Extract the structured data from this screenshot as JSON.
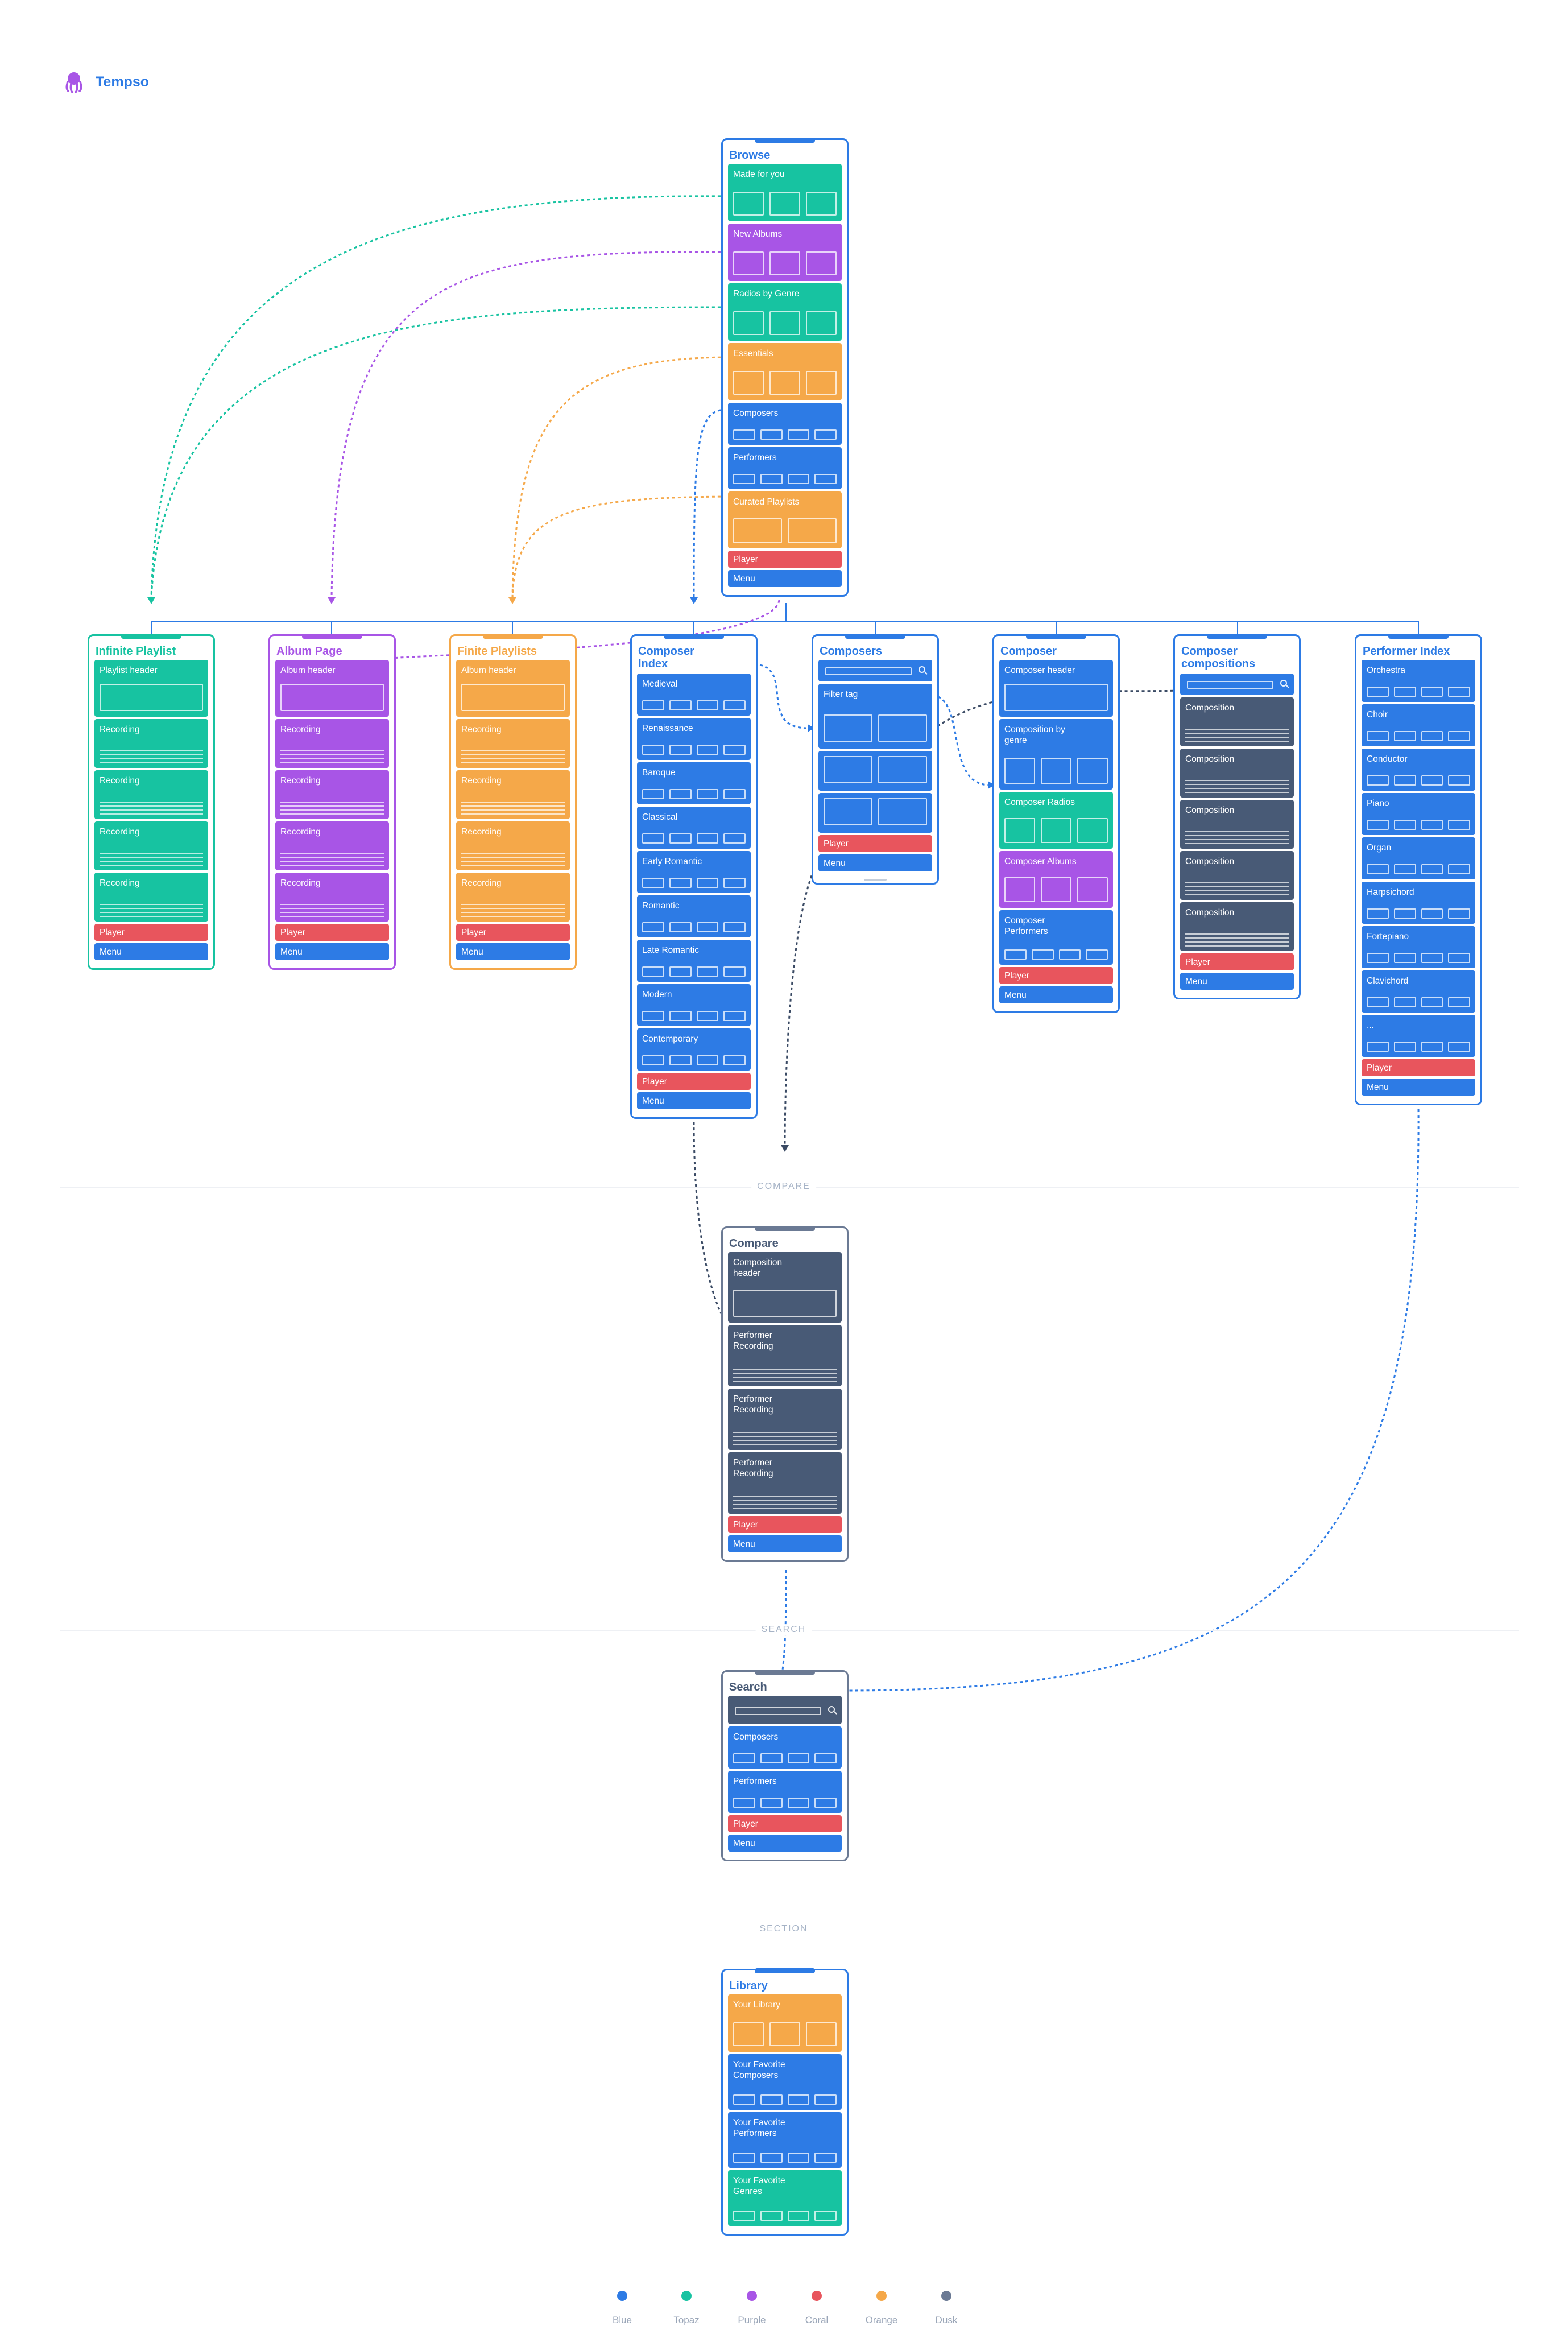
{
  "app": {
    "name": "Tempso"
  },
  "colors": {
    "blue": "#2d7be5",
    "topaz": "#17c3a1",
    "purple": "#a855e6",
    "coral": "#e8555d",
    "orange": "#f5a849",
    "dusk": "#485a76",
    "frame": "#2d7be5"
  },
  "screens": {
    "browse": {
      "title": "Browse",
      "cards": [
        "Made for you",
        "New Albums",
        "Radios by Genre",
        "Essentials",
        "Composers",
        "Performers",
        "Curated Playlists",
        "Player",
        "Menu"
      ]
    },
    "infinite_playlist": {
      "title": "Infinite Playlist",
      "cards": [
        "Playlist header",
        "Recording",
        "Recording",
        "Recording",
        "Recording",
        "Player",
        "Menu"
      ]
    },
    "album_page": {
      "title": "Album Page",
      "cards": [
        "Album header",
        "Recording",
        "Recording",
        "Recording",
        "Recording",
        "Player",
        "Menu"
      ]
    },
    "finite_playlists": {
      "title": "Finite Playlists",
      "cards": [
        "Album header",
        "Recording",
        "Recording",
        "Recording",
        "Recording",
        "Player",
        "Menu"
      ]
    },
    "composer_index": {
      "title": "Composer Index",
      "cards": [
        "Medieval",
        "Renaissance",
        "Baroque",
        "Classical",
        "Early Romantic",
        "Romantic",
        "Late Romantic",
        "Modern",
        "Contemporary",
        "Player",
        "Menu"
      ]
    },
    "composers": {
      "title": "Composers",
      "cards": [
        "Filter tag",
        "Player",
        "Menu"
      ]
    },
    "composer": {
      "title": "Composer",
      "cards": [
        "Composer header",
        "Composition by genre",
        "Composer Radios",
        "Composer Albums",
        "Composer Performers",
        "Player",
        "Menu"
      ]
    },
    "composer_compositions": {
      "title": "Composer compositions",
      "cards": [
        "Composition",
        "Composition",
        "Composition",
        "Composition",
        "Composition",
        "Player",
        "Menu"
      ]
    },
    "performer_index": {
      "title": "Performer Index",
      "cards": [
        "Orchestra",
        "Choir",
        "Conductor",
        "Piano",
        "Organ",
        "Harpsichord",
        "Fortepiano",
        "Clavichord",
        "...",
        "Player",
        "Menu"
      ]
    },
    "compare": {
      "title": "Compare",
      "cards": [
        "Composition header",
        "Performer Recording",
        "Performer Recording",
        "Performer Recording",
        "Player",
        "Menu"
      ]
    },
    "search": {
      "title": "Search",
      "cards": [
        "Composers",
        "Performers",
        "Player",
        "Menu"
      ]
    },
    "library": {
      "title": "Library",
      "cards": [
        "Your Library",
        "Your Favorite Composers",
        "Your Favorite Performers",
        "Your Favorite Genres"
      ]
    }
  },
  "sections": {
    "compare": "COMPARE",
    "search": "SEARCH",
    "section": "SECTION"
  },
  "legend": [
    {
      "label": "Blue",
      "color": "#2d7be5"
    },
    {
      "label": "Topaz",
      "color": "#17c3a1"
    },
    {
      "label": "Purple",
      "color": "#a855e6"
    },
    {
      "label": "Coral",
      "color": "#e8555d"
    },
    {
      "label": "Orange",
      "color": "#f5a849"
    },
    {
      "label": "Dusk",
      "color": "#485a76"
    }
  ]
}
